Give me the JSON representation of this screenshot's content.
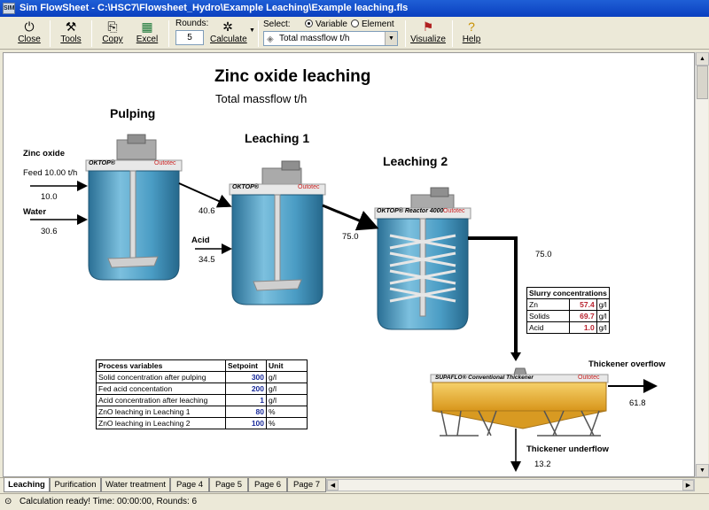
{
  "window": {
    "title": "Sim FlowSheet - C:\\HSC7\\Flowsheet_Hydro\\Example Leaching\\Example leaching.fls",
    "app_icon": "SIM"
  },
  "toolbar": {
    "close": "Close",
    "tools": "Tools",
    "copy": "Copy",
    "excel": "Excel",
    "rounds_label": "Rounds:",
    "rounds_value": "5",
    "calculate": "Calculate",
    "select_label": "Select:",
    "radio_variable": "Variable",
    "radio_element": "Element",
    "selected_option": "Total massflow t/h",
    "visualize": "Visualize",
    "help": "Help"
  },
  "flowsheet": {
    "title": "Zinc oxide leaching",
    "subtitle": "Total massflow t/h",
    "units": {
      "pulping": "Pulping",
      "leaching1": "Leaching 1",
      "leaching2": "Leaching 2"
    },
    "streams": {
      "zinc_oxide_label": "Zinc oxide",
      "feed_label": "Feed 10.00 t/h",
      "zinc_oxide_flow": "10.0",
      "water_label": "Water",
      "water_flow": "30.6",
      "pulp_out_flow": "40.6",
      "acid_label": "Acid",
      "acid_flow": "34.5",
      "leach1_out_flow": "75.0",
      "leach2_out_flow": "75.0",
      "overflow_label": "Thickener overflow",
      "overflow_flow": "61.8",
      "underflow_label": "Thickener underflow",
      "underflow_flow": "13.2"
    },
    "equipment_labels": {
      "tank1_brand": "OKTOP®",
      "tank1_maker": "Outotec",
      "tank2_brand": "OKTOP®",
      "tank2_maker": "Outotec",
      "tank3_brand": "OKTOP® Reactor 4000",
      "tank3_maker": "Outotec",
      "thickener_brand": "SUPAFLO® Conventional Thickener",
      "thickener_maker": "Outotec"
    },
    "slurry": {
      "title": "Slurry concentrations",
      "rows": [
        {
          "name": "Zn",
          "value": "57.4",
          "unit": "g/l"
        },
        {
          "name": "Solids",
          "value": "69.7",
          "unit": "g/l"
        },
        {
          "name": "Acid",
          "value": "1.0",
          "unit": "g/l"
        }
      ]
    },
    "process": {
      "headers": {
        "name": "Process variables",
        "setpoint": "Setpoint",
        "unit": "Unit"
      },
      "rows": [
        {
          "name": "Solid concentration after pulping",
          "setpoint": "300",
          "unit": "g/l"
        },
        {
          "name": "Fed acid concentation",
          "setpoint": "200",
          "unit": "g/l"
        },
        {
          "name": "Acid concentration after leaching",
          "setpoint": "1",
          "unit": "g/l"
        },
        {
          "name": "ZnO leaching in Leaching 1",
          "setpoint": "80",
          "unit": "%"
        },
        {
          "name": "ZnO leaching in Leaching 2",
          "setpoint": "100",
          "unit": "%"
        }
      ]
    }
  },
  "tabs": [
    "Leaching",
    "Purification",
    "Water treatment",
    "Page 4",
    "Page 5",
    "Page 6",
    "Page 7"
  ],
  "status": {
    "text": "Calculation ready! Time: 00:00:00, Rounds: 6"
  },
  "colors": {
    "tank": "#3d8fb8",
    "thickener": "#e2a92a",
    "setpoint": "#1a2b9a",
    "slurry_value": "#b8232f"
  }
}
